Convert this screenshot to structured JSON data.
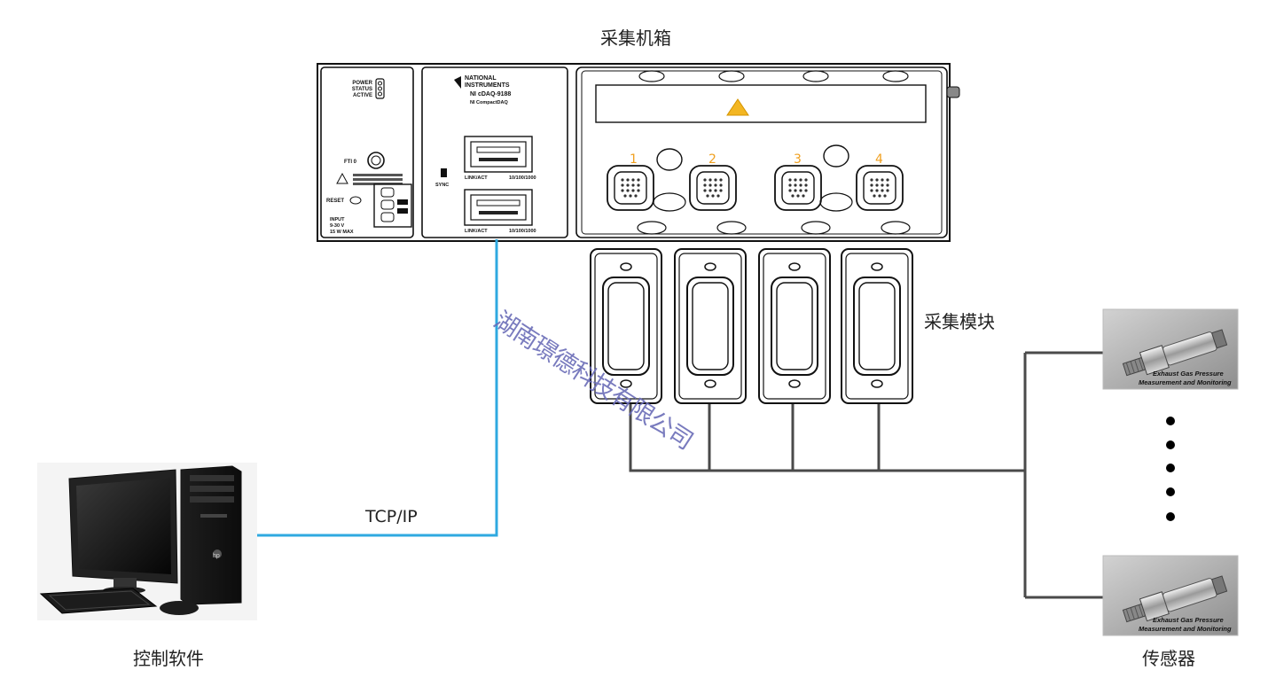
{
  "labels": {
    "chassis": "采集机箱",
    "modules": "采集模块",
    "software": "控制软件",
    "sensors": "传感器",
    "protocol": "TCP/IP",
    "watermark": "湖南璟德科技有限公司"
  },
  "chassis": {
    "brand_line1": "NATIONAL",
    "brand_line2": "INSTRUMENTS",
    "model": "NI cDAQ-9188",
    "family": "NI CompactDAQ",
    "led_labels": [
      "POWER",
      "STATUS",
      "ACTIVE"
    ],
    "fti_label": "FTI 0",
    "reset_label": "RESET",
    "power_input": [
      "INPUT",
      "9-30 V",
      "15 W MAX"
    ],
    "port_labels": [
      "LINK/ACT",
      "10/100/1000"
    ],
    "sync_label": "SYNC",
    "slot_numbers": [
      "1",
      "2",
      "3",
      "4"
    ]
  },
  "sensor": {
    "caption_line1": "Exhaust Gas Pressure",
    "caption_line2": "Measurement and Monitoring"
  },
  "computer": {
    "brand": "hp"
  },
  "colors": {
    "ethernet_cable": "#2fa9e0",
    "wiring": "#4a4a4a",
    "slot_number": "#f0a020",
    "esd_triangle": "#f3b622",
    "watermark": "#6b6db8"
  }
}
